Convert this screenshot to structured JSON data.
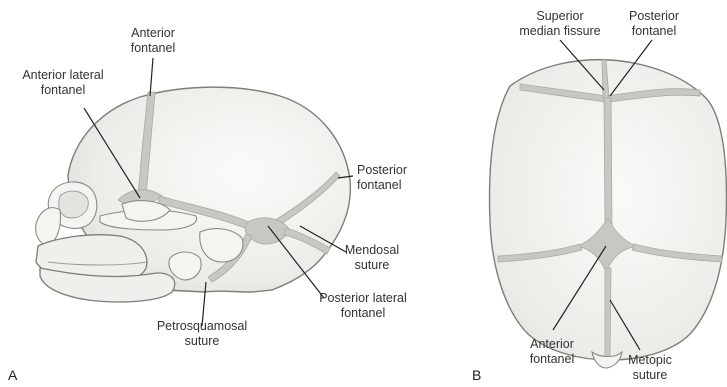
{
  "panel_a": {
    "panel_label": "A",
    "anterior_fontanel": [
      "Anterior",
      "fontanel"
    ],
    "anterior_lateral_fontanel": [
      "Anterior lateral",
      "fontanel"
    ],
    "posterior_fontanel": [
      "Posterior",
      "fontanel"
    ],
    "mendosal_suture": [
      "Mendosal",
      "suture"
    ],
    "posterior_lateral_fontanel": [
      "Posterior lateral",
      "fontanel"
    ],
    "petrosquamosal_suture": [
      "Petrosquamosal",
      "suture"
    ]
  },
  "panel_b": {
    "panel_label": "B",
    "superior_median_fissure": [
      "Superior",
      "median fissure"
    ],
    "posterior_fontanel": [
      "Posterior",
      "fontanel"
    ],
    "anterior_fontanel": [
      "Anterior",
      "fontanel"
    ],
    "metopic_suture": [
      "Metopic",
      "suture"
    ]
  },
  "colors": {
    "bone": "#efefec",
    "suture": "#c8c8c3",
    "outline": "#7d7d79"
  }
}
